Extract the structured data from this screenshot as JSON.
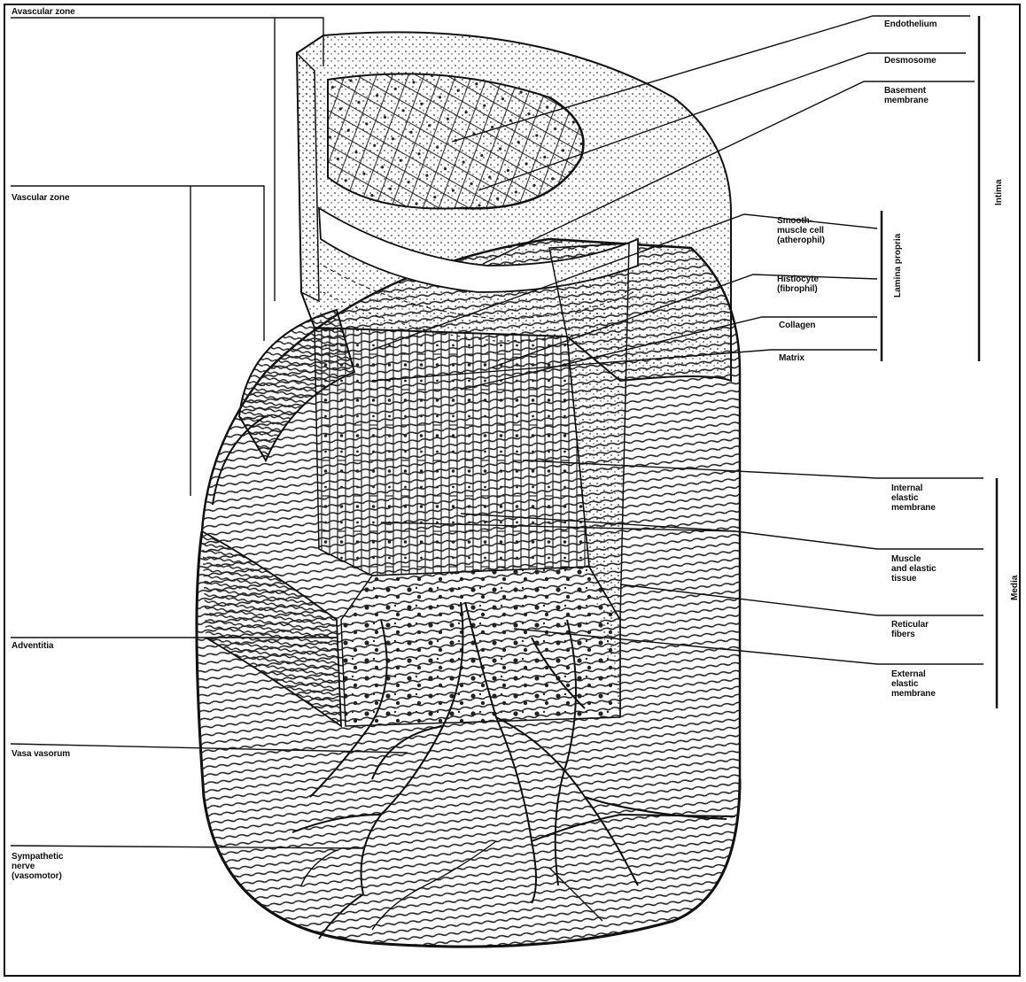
{
  "labels": {
    "avascular_zone": "Avascular zone",
    "vascular_zone": "Vascular zone",
    "adventitia": "Adventitia",
    "vasa_vasorum": "Vasa vasorum",
    "sympathetic_nerve": "Sympathetic\nnerve\n(vasomotor)",
    "endothelium": "Endothelium",
    "desmosome": "Desmosome",
    "basement_membrane": "Basement\nmembrane",
    "smooth_muscle_cell": "Smooth-\nmuscle cell\n(atherophil)",
    "histiocyte": "Histiocyte\n(fibrophil)",
    "collagen": "Collagen",
    "matrix": "Matrix",
    "internal_elastic_membrane": "Internal\nelastic\nmembrane",
    "muscle_elastic_tissue": "Muscle\nand elastic\ntissue",
    "reticular_fibers": "Reticular\nfibers",
    "external_elastic_membrane": "External\nelastic\nmembrane"
  },
  "bracket_labels": {
    "intima": "Intima",
    "lamina_propria": "Lamina propria",
    "media": "Media"
  }
}
